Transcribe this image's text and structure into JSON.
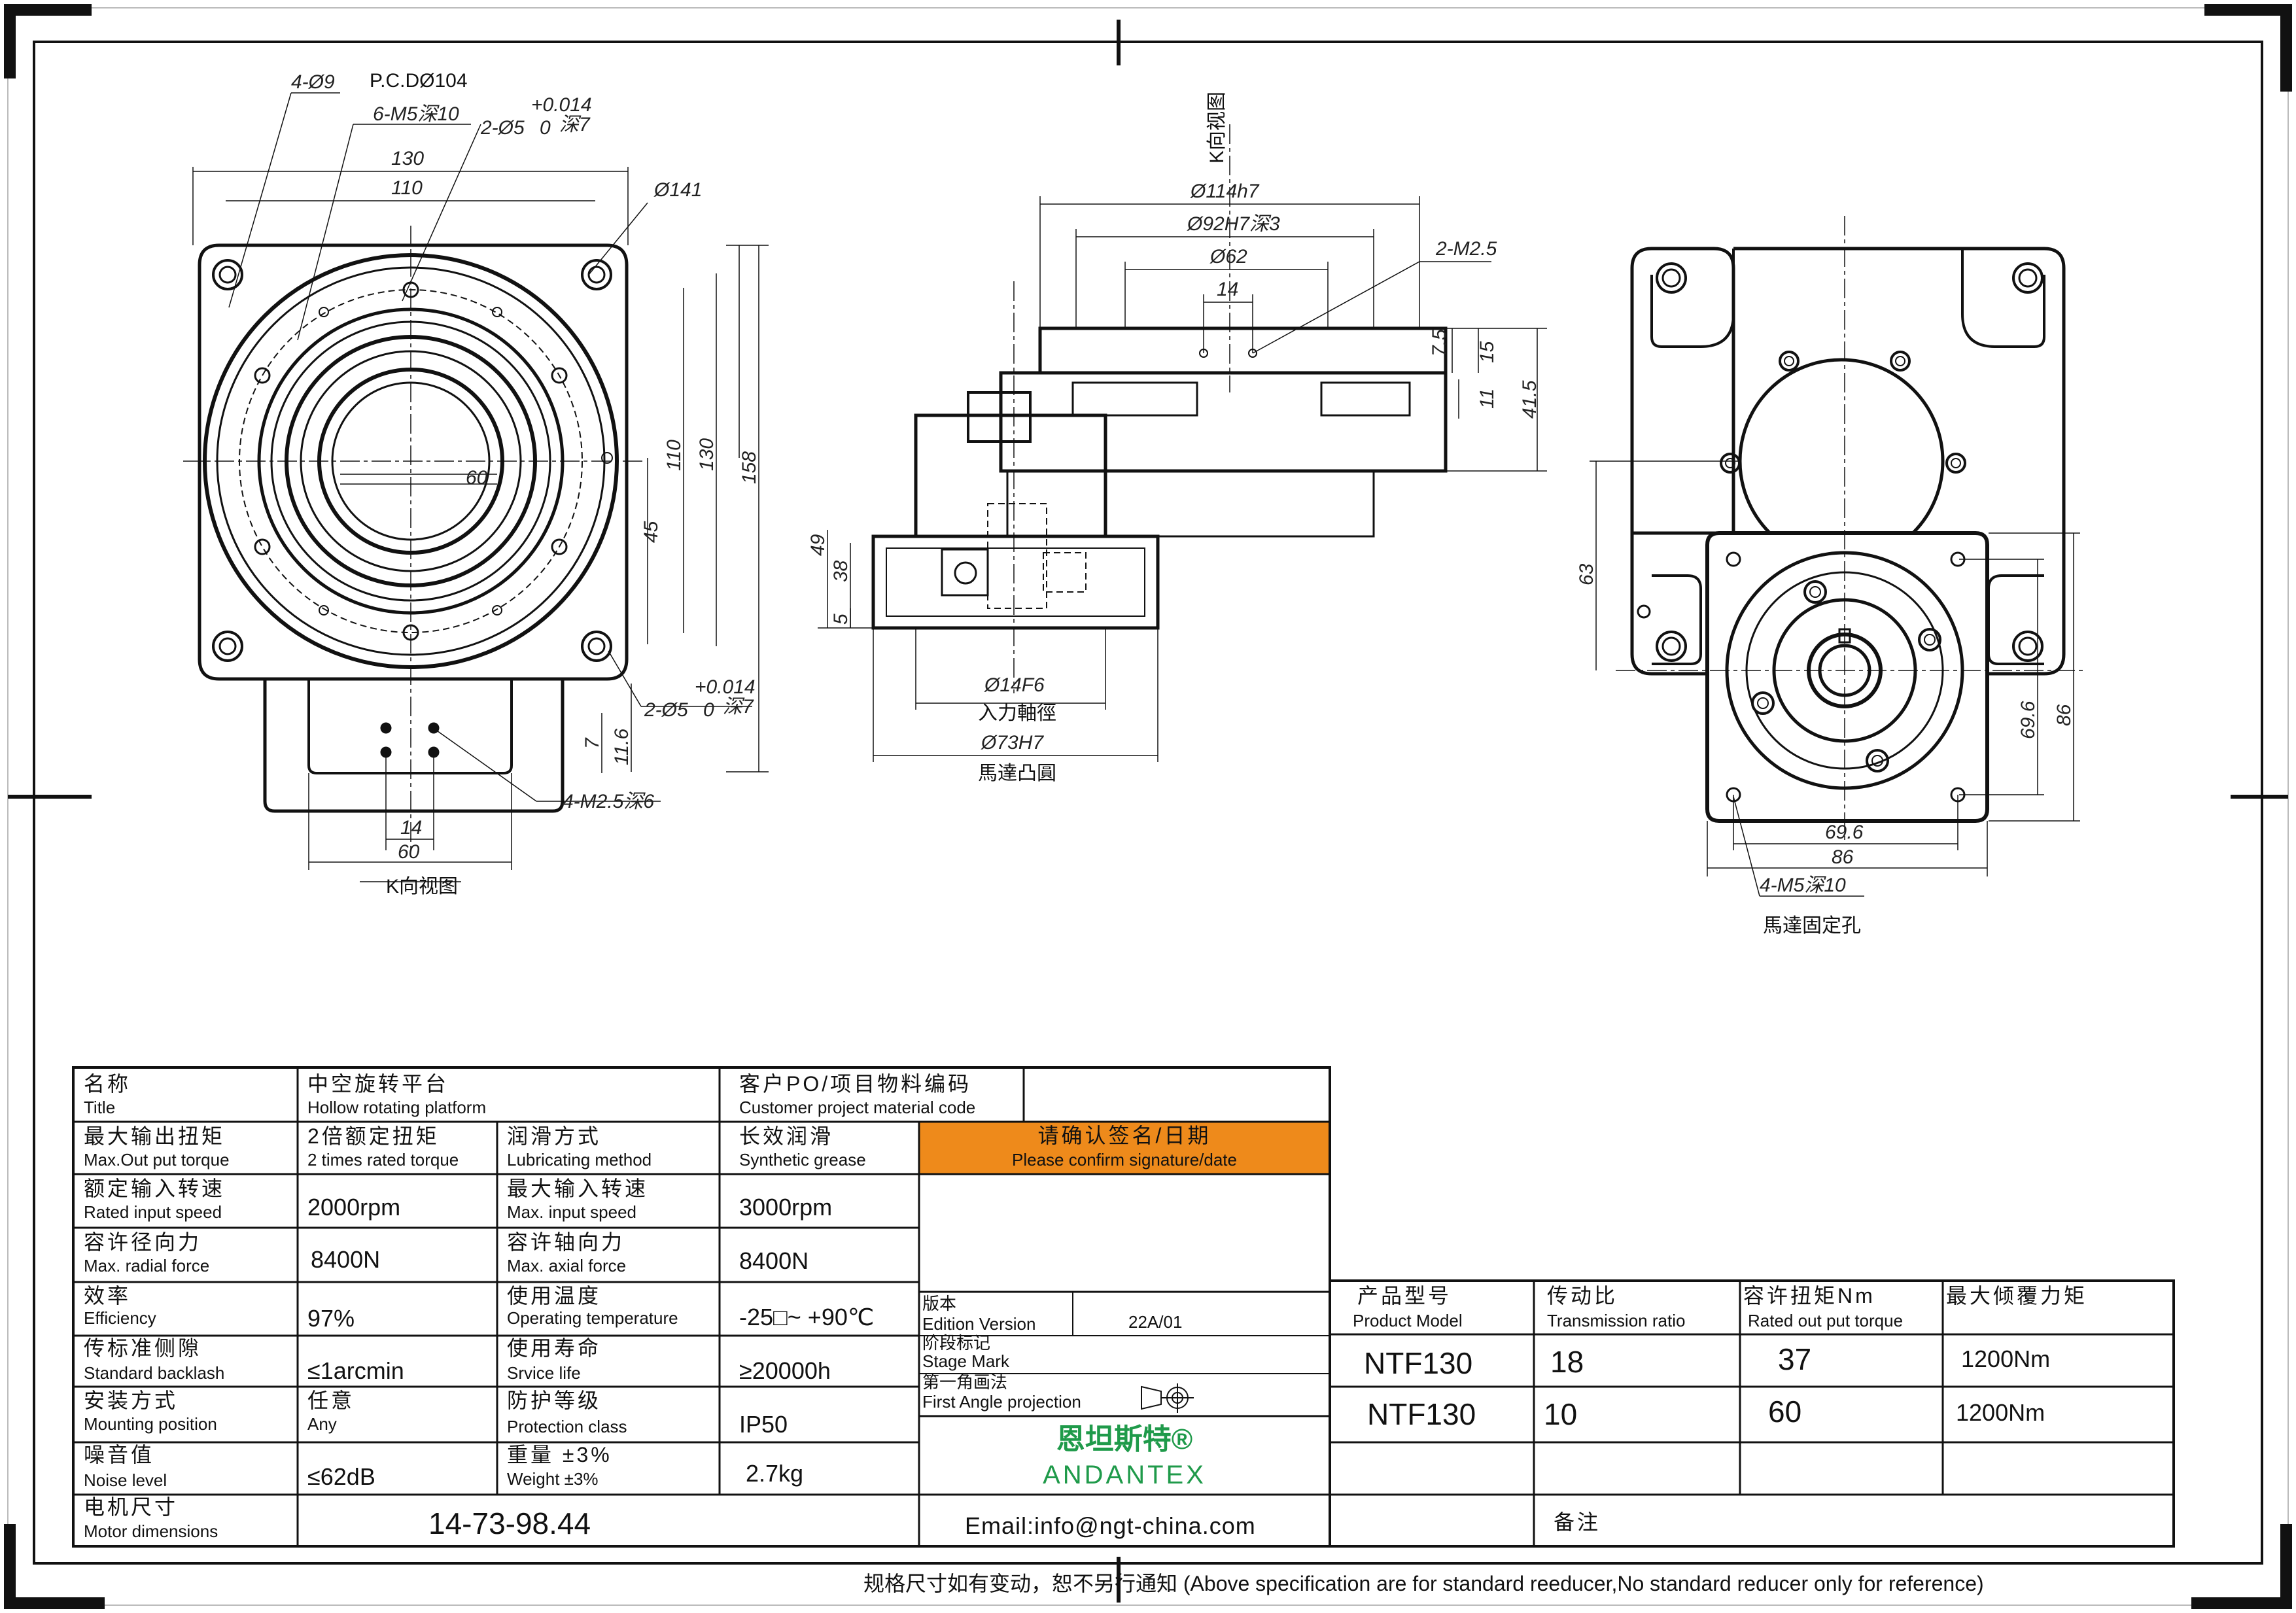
{
  "drawing": {
    "front": {
      "holes_4": "4-Ø9",
      "pcd": "P.C.DØ104",
      "tapped_6": "6-M5深10",
      "pin_top": "2-Ø5",
      "tol_plus": "+0.014",
      "tol_zero": "0",
      "pin_depth": "深7",
      "d130": "130",
      "d110": "110",
      "d141": "Ø141",
      "d60_inner": "60",
      "v45": "45",
      "v110": "110",
      "v130": "130",
      "v158": "158",
      "pin_bottom": "2-Ø5",
      "v7": "7",
      "v116": "11.6",
      "tapped_4": "4-M2.5深6",
      "b14": "14",
      "b60": "60",
      "view_k": "K向视图"
    },
    "side": {
      "view_k": "K向视图",
      "d114": "Ø114h7",
      "d92": "Ø92H7深3",
      "d62": "Ø62",
      "d14": "14",
      "m25": "2-M2.5",
      "v75": "7.5",
      "v15": "15",
      "v11": "11",
      "v415": "41.5",
      "v49": "49",
      "v38": "38",
      "v5": "5",
      "d14f6": "Ø14F6",
      "input_shaft": "入力軸徑",
      "d73": "Ø73H7",
      "motor_boss": "馬達凸圓"
    },
    "rear": {
      "v63": "63",
      "v696": "69.6",
      "v86": "86",
      "h696": "69.6",
      "h86": "86",
      "m5": "4-M5深10",
      "motor_holes": "馬達固定孔"
    }
  },
  "spec": {
    "title_cn": "名称",
    "title_en": "Title",
    "title_val_cn": "中空旋转平台",
    "title_val_en": "Hollow rotating platform",
    "po_cn": "客户PO/项目物料编码",
    "po_en": "Customer project material code",
    "torque_cn": "最大输出扭矩",
    "torque_en": "Max.Out put torque",
    "torque_val_cn": "2倍额定扭矩",
    "torque_val_en": "2 times rated torque",
    "lube_cn": "润滑方式",
    "lube_en": "Lubricating method",
    "lube_val_cn": "长效润滑",
    "lube_val_en": "Synthetic grease",
    "confirm_cn": "请确认签名/日期",
    "confirm_en": "Please confirm signature/date",
    "rated_speed_cn": "额定输入转速",
    "rated_speed_en": "Rated input speed",
    "rated_speed_val": "2000rpm",
    "max_speed_cn": "最大输入转速",
    "max_speed_en": "Max. input speed",
    "max_speed_val": "3000rpm",
    "radial_cn": "容许径向力",
    "radial_en": "Max. radial force",
    "radial_val": "8400N",
    "axial_cn": "容许轴向力",
    "axial_en": "Max. axial force",
    "axial_val": "8400N",
    "eff_cn": "效率",
    "eff_en": "Efficiency",
    "eff_val": "97%",
    "temp_cn": "使用温度",
    "temp_en": "Operating temperature",
    "temp_val": "-25□~ +90℃",
    "backlash_cn": "传标准侧隙",
    "backlash_en": "Standard backlash",
    "backlash_val": "≤1arcmin",
    "life_cn": "使用寿命",
    "life_en": "Srvice life",
    "life_val": "≥20000h",
    "mount_cn": "安装方式",
    "mount_en": "Mounting position",
    "mount_val_cn": "任意",
    "mount_val_en": "Any",
    "prot_cn": "防护等级",
    "prot_en": "Protection class",
    "prot_val": "IP50",
    "noise_cn": "噪音值",
    "noise_en": "Noise level",
    "noise_val": "≤62dB",
    "weight_cn": "重量 ±3%",
    "weight_en": "Weight ±3%",
    "weight_val": "2.7kg",
    "motor_cn": "电机尺寸",
    "motor_en": "Motor dimensions",
    "motor_val": "14-73-98.44",
    "edition_cn": "版本",
    "edition_en": "Edition Version",
    "edition_val": "22A/01",
    "stage_cn": "阶段标记",
    "stage_en": "Stage Mark",
    "proj_cn": "第一角画法",
    "proj_en": "First Angle projection",
    "brand_cn": "恩坦斯特®",
    "brand_en": "ANDANTEX",
    "email": "Email:info@ngt-china.com",
    "remark": "备注"
  },
  "models": {
    "h_model_cn": "产品型号",
    "h_model_en": "Product Model",
    "h_ratio_cn": "传动比",
    "h_ratio_en": "Transmission ratio",
    "h_torque_cn": "容许扭矩Nm",
    "h_torque_en": "Rated out put torque",
    "h_tilt_cn": "最大倾覆力矩",
    "rows": [
      {
        "model": "NTF130",
        "ratio": "18",
        "torque": "37",
        "tilt": "1200Nm"
      },
      {
        "model": "NTF130",
        "ratio": "10",
        "torque": "60",
        "tilt": "1200Nm"
      }
    ]
  },
  "footer": "规格尺寸如有变动，恕不另行通知   (Above specification are for standard reeducer,No standard reducer only for reference)",
  "colors": {
    "accent": "#EE8A1B",
    "brand": "#1F9A4A",
    "line": "#111111"
  }
}
